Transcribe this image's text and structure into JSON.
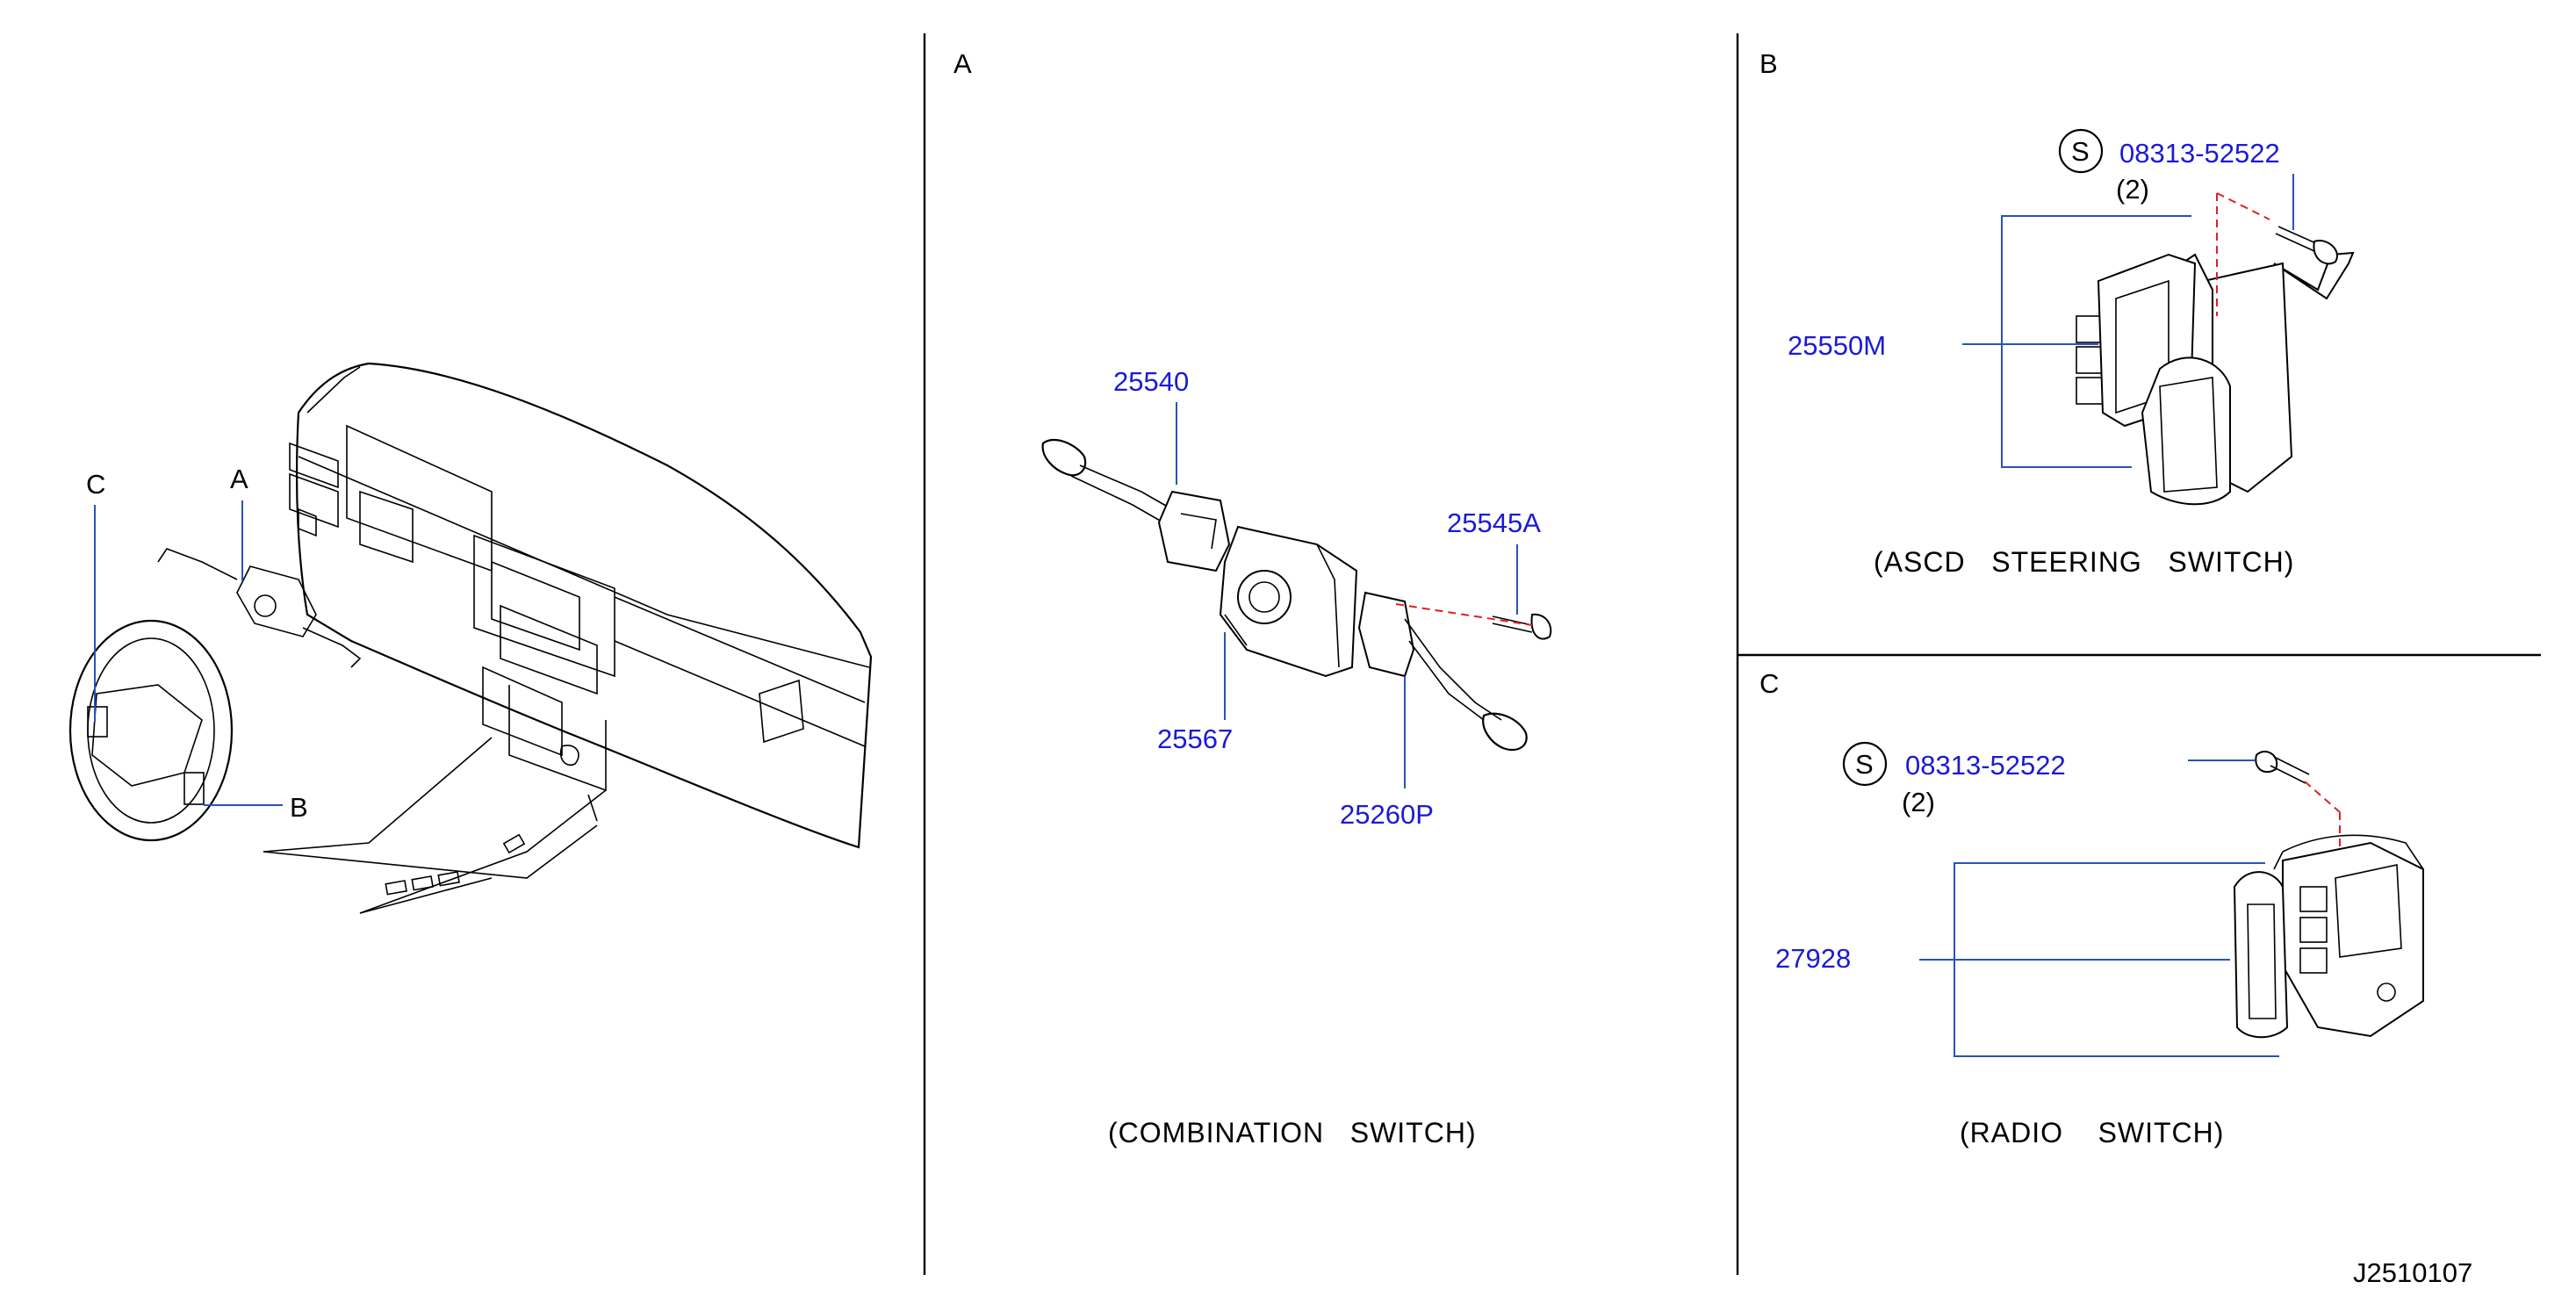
{
  "sections": {
    "a_label": "A",
    "b_label": "B",
    "c_label": "C"
  },
  "overview": {
    "callout_a": "A",
    "callout_b": "B",
    "callout_c": "C"
  },
  "combination_switch": {
    "caption": "(COMBINATION   SWITCH)",
    "parts": {
      "p1": "25540",
      "p2": "25545A",
      "p3": "25567",
      "p4": "25260P"
    }
  },
  "ascd_switch": {
    "caption": "(ASCD   STEERING   SWITCH)",
    "symbol": "S",
    "screw_part": "08313-52522",
    "screw_qty": "(2)",
    "switch_part": "25550M"
  },
  "radio_switch": {
    "caption": "(RADIO    SWITCH)",
    "symbol": "S",
    "screw_part": "08313-52522",
    "screw_qty": "(2)",
    "switch_part": "27928"
  },
  "diagram_code": "J2510107"
}
